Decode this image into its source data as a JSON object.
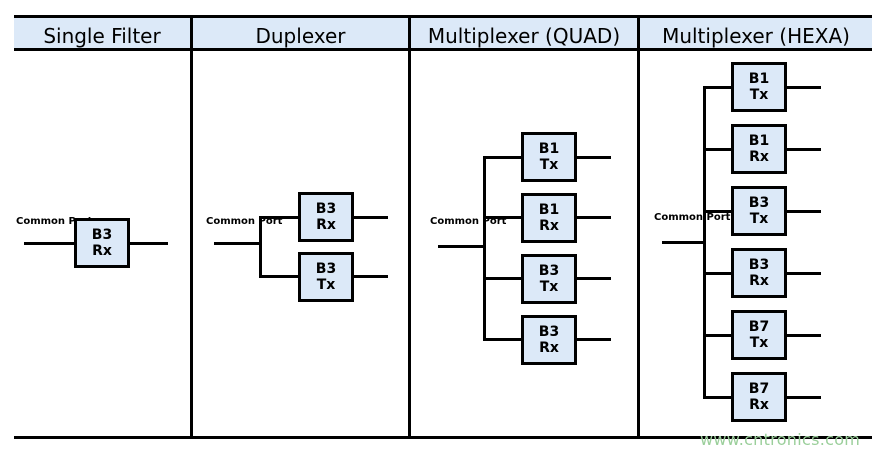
{
  "figure": {
    "watermark": "www.cntronics.com",
    "common_port_label_line1": "Common",
    "common_port_label_line2": "Port"
  },
  "columns": [
    {
      "id": "single-filter",
      "header": "Single Filter",
      "port_label_line1": "Common",
      "port_label_line2": "Port",
      "filters": [
        {
          "band": "B3",
          "direction": "Rx"
        }
      ]
    },
    {
      "id": "duplexer",
      "header": "Duplexer",
      "port_label_line1": "Common",
      "port_label_line2": "Port",
      "filters": [
        {
          "band": "B3",
          "direction": "Rx"
        },
        {
          "band": "B3",
          "direction": "Tx"
        }
      ]
    },
    {
      "id": "multiplexer-quad",
      "header": "Multiplexer (QUAD)",
      "port_label_line1": "Common",
      "port_label_line2": "Port",
      "filters": [
        {
          "band": "B1",
          "direction": "Tx"
        },
        {
          "band": "B1",
          "direction": "Rx"
        },
        {
          "band": "B3",
          "direction": "Tx"
        },
        {
          "band": "B3",
          "direction": "Rx"
        }
      ]
    },
    {
      "id": "multiplexer-hexa",
      "header": "Multiplexer (HEXA)",
      "port_label_line1": "Common",
      "port_label_line2": "Port",
      "filters": [
        {
          "band": "B1",
          "direction": "Tx"
        },
        {
          "band": "B1",
          "direction": "Rx"
        },
        {
          "band": "B3",
          "direction": "Tx"
        },
        {
          "band": "B3",
          "direction": "Rx"
        },
        {
          "band": "B7",
          "direction": "Tx"
        },
        {
          "band": "B7",
          "direction": "Rx"
        }
      ]
    }
  ],
  "colors": {
    "box_fill": "#dce9f8",
    "header_fill": "#dce9f8",
    "line": "#000000",
    "watermark": "#9bcf9b"
  }
}
